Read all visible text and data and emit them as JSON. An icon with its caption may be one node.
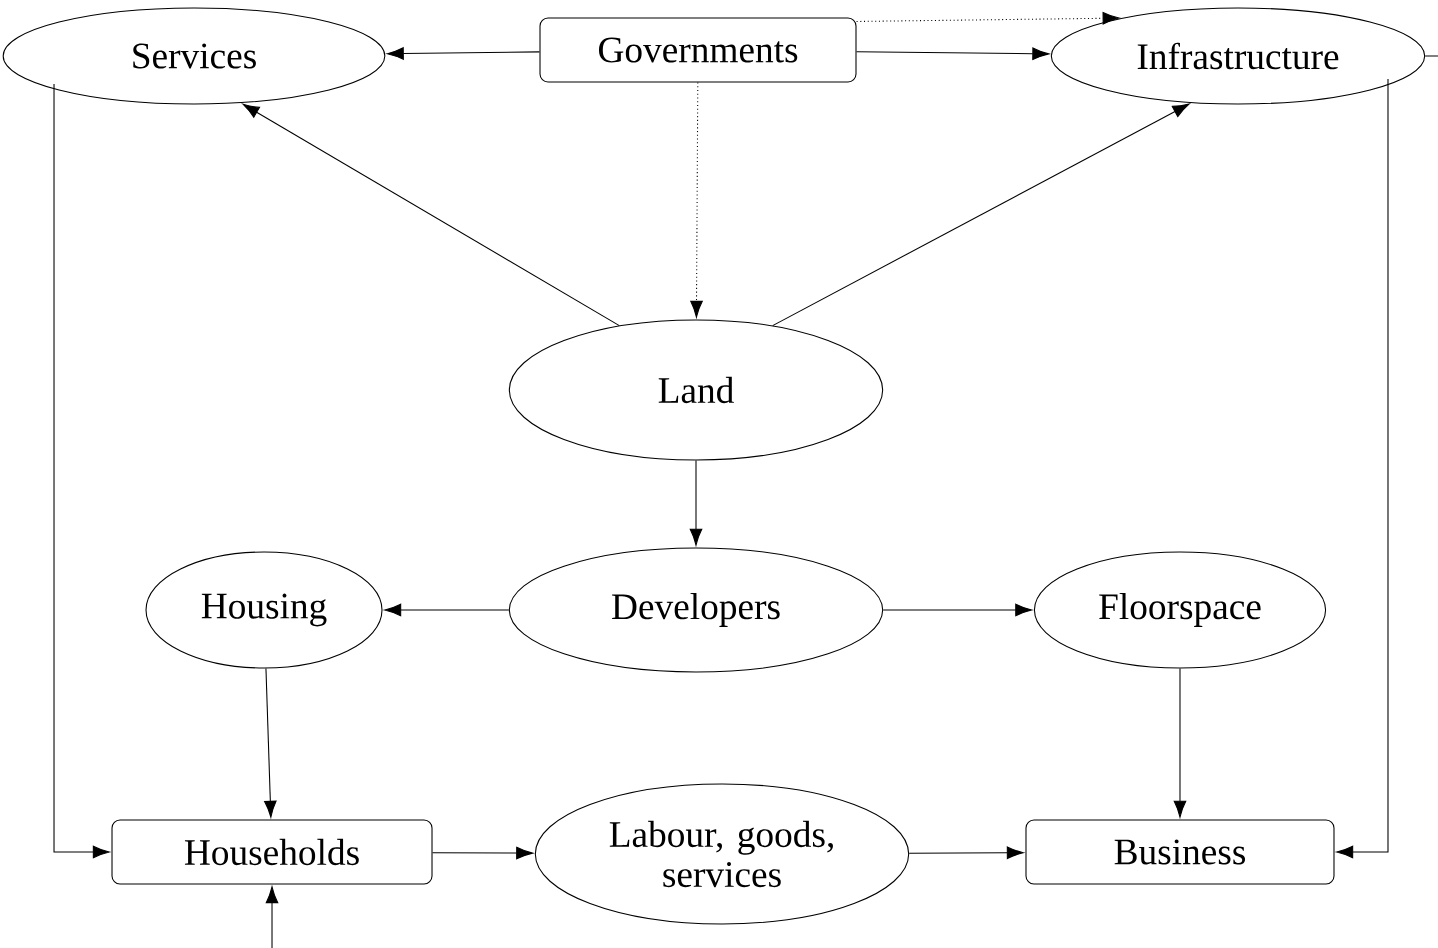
{
  "diagram": {
    "nodes": [
      {
        "text": [
          "Services"
        ]
      },
      {
        "text": [
          "Governments"
        ]
      },
      {
        "text": [
          "Infrastructure"
        ]
      },
      {
        "text": [
          "Land"
        ]
      },
      {
        "text": [
          "Housing"
        ]
      },
      {
        "text": [
          "Developers"
        ]
      },
      {
        "text": [
          "Floorspace"
        ]
      },
      {
        "text": [
          "Households"
        ]
      },
      {
        "text": [
          "Labour, goods, services"
        ]
      },
      {
        "text": [
          "Business"
        ]
      }
    ],
    "edges": [
      {
        "from": 1,
        "to": 0,
        "arrow": "to"
      },
      {
        "from": 1,
        "to": 2,
        "arrow": "to"
      },
      {
        "from": 1,
        "to": 2,
        "arrow": "to",
        "style": "dashed"
      },
      {
        "from": 1,
        "to": 3,
        "arrow": "to",
        "style": "dashed"
      },
      {
        "from": 3,
        "to": 0,
        "arrow": "to"
      },
      {
        "from": 3,
        "to": 2,
        "arrow": "to"
      },
      {
        "from": 3,
        "to": 5,
        "arrow": "to"
      },
      {
        "from": 5,
        "to": 4,
        "arrow": "to"
      },
      {
        "from": 5,
        "to": 6,
        "arrow": "to"
      },
      {
        "from": 4,
        "to": 7,
        "arrow": "to"
      },
      {
        "from": 6,
        "to": 9,
        "arrow": "to"
      },
      {
        "from": 0,
        "to": 7,
        "arrow": "to"
      },
      {
        "from": 2,
        "to": 9,
        "arrow": "to"
      },
      {
        "from": 7,
        "to": 8,
        "arrow": "to"
      },
      {
        "from": 8,
        "to": 9,
        "arrow": "to"
      },
      {
        "from": null,
        "to": 7,
        "arrow": "to"
      },
      {
        "from": 2,
        "to": null,
        "arrow": "none"
      }
    ]
  }
}
